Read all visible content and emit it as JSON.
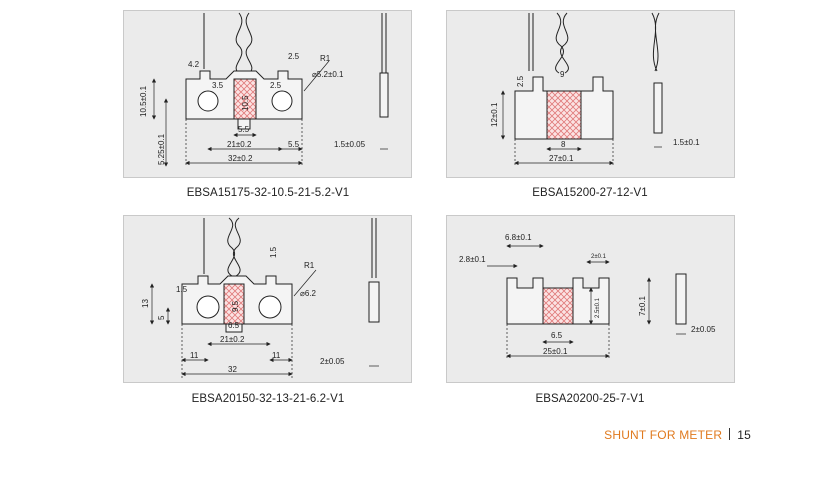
{
  "colors": {
    "accent": "#e07a1f",
    "hatch": "#e07a7a",
    "panel_bg": "#ebebeb"
  },
  "figures": [
    {
      "caption": "EBSA15175-32-10.5-21-5.2-V1",
      "dims": {
        "height": "10.5±0.1",
        "lower": "5.25±0.1",
        "tab": "4.2",
        "left_gap": "3.5",
        "center_h": "10.5",
        "center_w": "5.5",
        "pitch": "21±0.2",
        "edge": "5.5",
        "length": "32±0.2",
        "top": "2.5",
        "right_gap": "2.5",
        "radius": "R1",
        "hole": "⌀5.2±0.1",
        "thickness": "1.5±0.05"
      }
    },
    {
      "caption": "EBSA15200-27-12-V1",
      "dims": {
        "height": "12±0.1",
        "tab_h": "2.5",
        "wire_gap": "9",
        "center_w": "8",
        "length": "27±0.1",
        "thickness": "1.5±0.1",
        "side_label": "1.5"
      }
    },
    {
      "caption": "EBSA20150-32-13-21-6.2-V1",
      "dims": {
        "height": "13",
        "lower": "5",
        "tab": "1.5",
        "center_h": "9.5",
        "center_w": "6.5",
        "pitch": "21±0.2",
        "left_edge": "11",
        "right_edge": "11",
        "length": "32",
        "top": "1.5",
        "radius": "R1",
        "hole": "⌀6.2",
        "thickness": "2±0.05"
      }
    },
    {
      "caption": "EBSA20200-25-7-V1",
      "dims": {
        "slot_pitch": "6.8±0.1",
        "slot_w": "2.8±0.1",
        "slot_r": "2±0.1",
        "slot_h": "2.5±0.1",
        "height": "7±0.1",
        "center_w": "6.5",
        "length": "25±0.1",
        "thickness": "2±0.05"
      }
    }
  ],
  "footer": {
    "section": "SHUNT FOR METER",
    "page": "15"
  }
}
